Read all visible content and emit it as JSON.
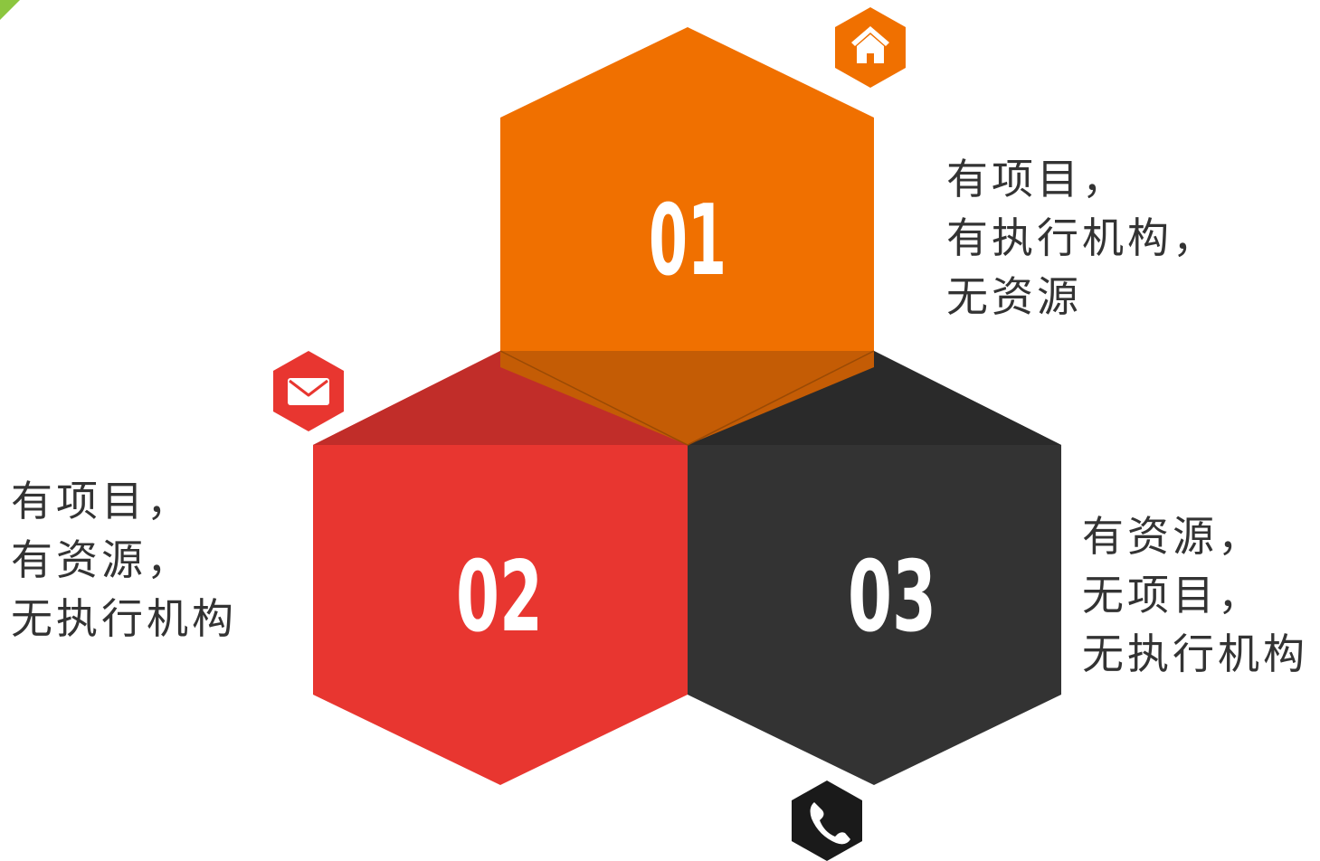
{
  "colors": {
    "orange": "#f07000",
    "red": "#e83630",
    "dark": "#333333",
    "overlap_orange": "#c45c05",
    "overlap_red": "#c12d29",
    "overlap_dark": "#2a2a2a",
    "text": "#333333",
    "corner_accent": "#8cc63f"
  },
  "segments": [
    {
      "number": "01",
      "color": "orange",
      "icon": "home-icon",
      "lines": [
        "有项目，",
        "有执行机构，",
        "无资源"
      ]
    },
    {
      "number": "02",
      "color": "red",
      "icon": "envelope-icon",
      "lines": [
        "有项目，",
        "有资源，",
        "无执行机构"
      ]
    },
    {
      "number": "03",
      "color": "dark",
      "icon": "phone-icon",
      "lines": [
        "有资源，",
        "无项目，",
        "无执行机构"
      ]
    }
  ]
}
